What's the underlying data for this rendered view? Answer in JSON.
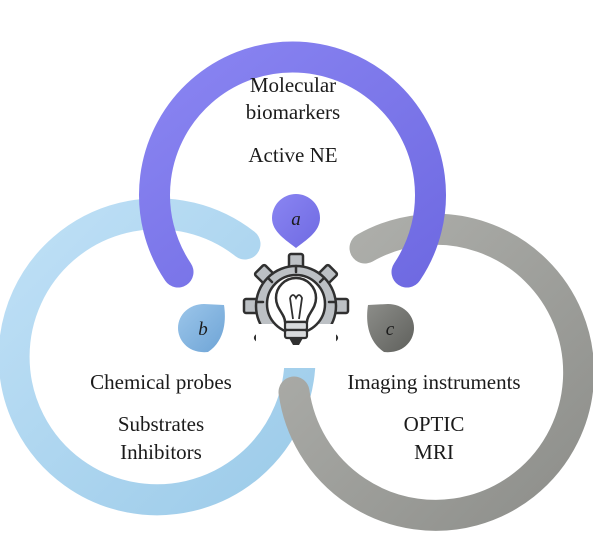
{
  "diagram": {
    "top": {
      "title_line1": "Molecular",
      "title_line2": "biomarkers",
      "item1": "Active NE",
      "drop_label": "a",
      "color": "#7b76ea"
    },
    "left": {
      "title": "Chemical probes",
      "item1": "Substrates",
      "item2": "Inhibitors",
      "drop_label": "b",
      "color": "#a9d2ef"
    },
    "right": {
      "title": "Imaging instruments",
      "item1": "OPTIC",
      "item2": "MRI",
      "drop_label": "c",
      "color": "#9c9d99"
    },
    "center_icon": "gear-lightbulb-icon"
  }
}
